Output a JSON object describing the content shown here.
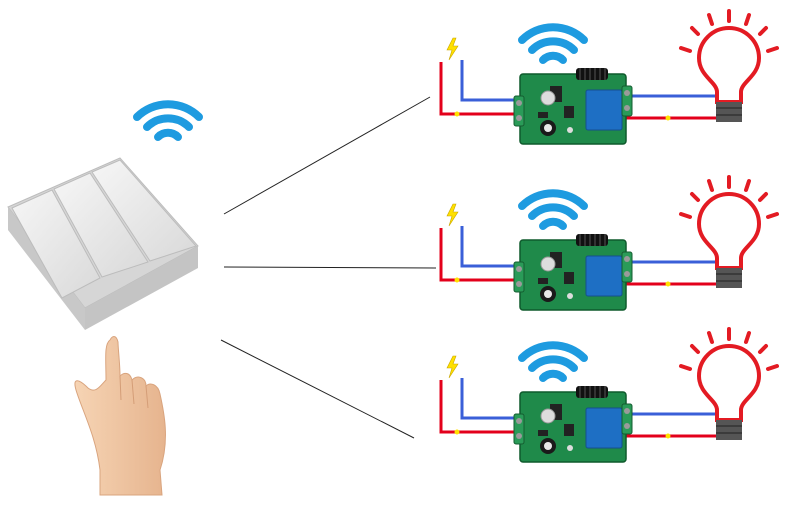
{
  "colors": {
    "background": "#ffffff",
    "wifi": "#1e9be0",
    "live_wire": "#e3001b",
    "neutral_wire": "#3a5fd8",
    "bolt": "#ffe000",
    "bulb": "#e31b23",
    "pcb": "#1f8a4a",
    "relay": "#1e6fc4",
    "lamp_base": "#555555",
    "switch_panel": "#e9e9e9",
    "skin": "#f3c9a4",
    "link_line": "#222222"
  },
  "icons": {
    "signal": "wifi-icon",
    "power": "lightning-bolt-icon",
    "lamp": "light-bulb-icon",
    "switch": "three-gang-wall-switch",
    "hand": "pointing-hand"
  },
  "receiver_count": 3
}
